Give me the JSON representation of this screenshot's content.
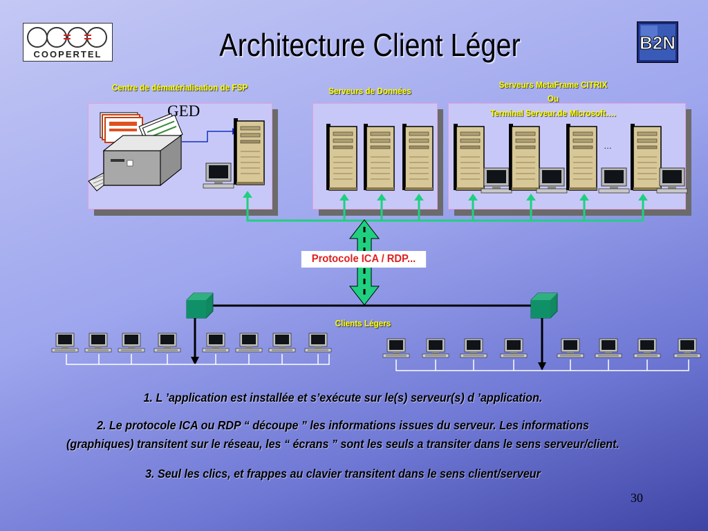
{
  "slide": {
    "title": "Architecture Client Léger",
    "logo_left_text": "COOPERTEL",
    "logo_right_text": "B2N",
    "ged_label": "GED",
    "labels": {
      "fsp": "Centre de dématérialisation de FSP",
      "data_servers": "Serveurs de Données",
      "metaframe_line1": "Serveurs MetaFrame CITRIX",
      "metaframe_line2": "Ou",
      "metaframe_line3": "Terminal Serveur.de Microsoft…."
    },
    "ellipsis": "…",
    "protocol": "Protocole ICA / RDP...",
    "clients_label": "Clients Légers",
    "captions": {
      "line1": "1. L ’application est installée et s’exécute sur le(s) serveur(s) d ’application.",
      "line2a": "2. Le protocole ICA ou RDP “ découpe ” les informations issues du serveur. Les informations",
      "line2b": "(graphiques) transitent sur le réseau, les “ écrans ” sont les seuls a transiter dans le sens serveur/client.",
      "line3": "3. Seul les clics, et frappes au clavier transitent dans le sens client/serveur"
    },
    "page_number": "30",
    "colors": {
      "label_yellow": "#ffff00",
      "network_green": "#20d080",
      "protocol_red": "#e02020"
    }
  }
}
